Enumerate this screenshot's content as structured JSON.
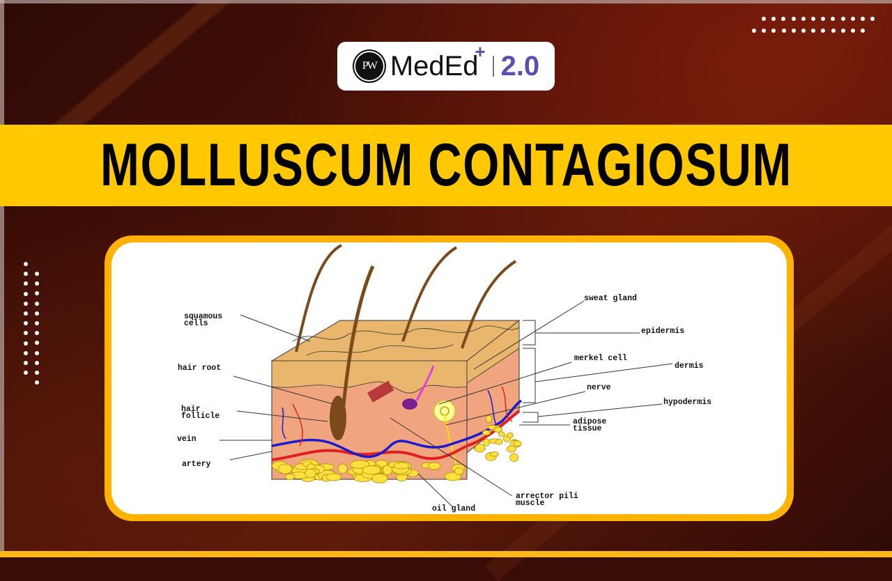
{
  "logo": {
    "brand_mark": "PW",
    "name": "MedEd",
    "plus": "+",
    "version": "2.0"
  },
  "banner": {
    "title": "MOLLUSCUM CONTAGIOSUM",
    "color": "#ffc800"
  },
  "diagram": {
    "labels": {
      "squamous_cells": "squamous\ncells",
      "hair_root": "hair root",
      "hair_follicle": "hair\nfollicle",
      "vein": "vein",
      "artery": "artery",
      "sweat_gland": "sweat gland",
      "epidermis": "epidermis",
      "merkel_cell": "merkel cell",
      "dermis": "dermis",
      "nerve": "nerve",
      "hypodermis": "hypodermis",
      "adipose_tissue": "adipose\ntissue",
      "oil_gland": "oil gland",
      "arrector_pili_muscle": "arrector pili\nmuscle"
    }
  },
  "colors": {
    "background": "#3a0c06",
    "accent": "#ffb300",
    "version": "#5a4fb0"
  }
}
